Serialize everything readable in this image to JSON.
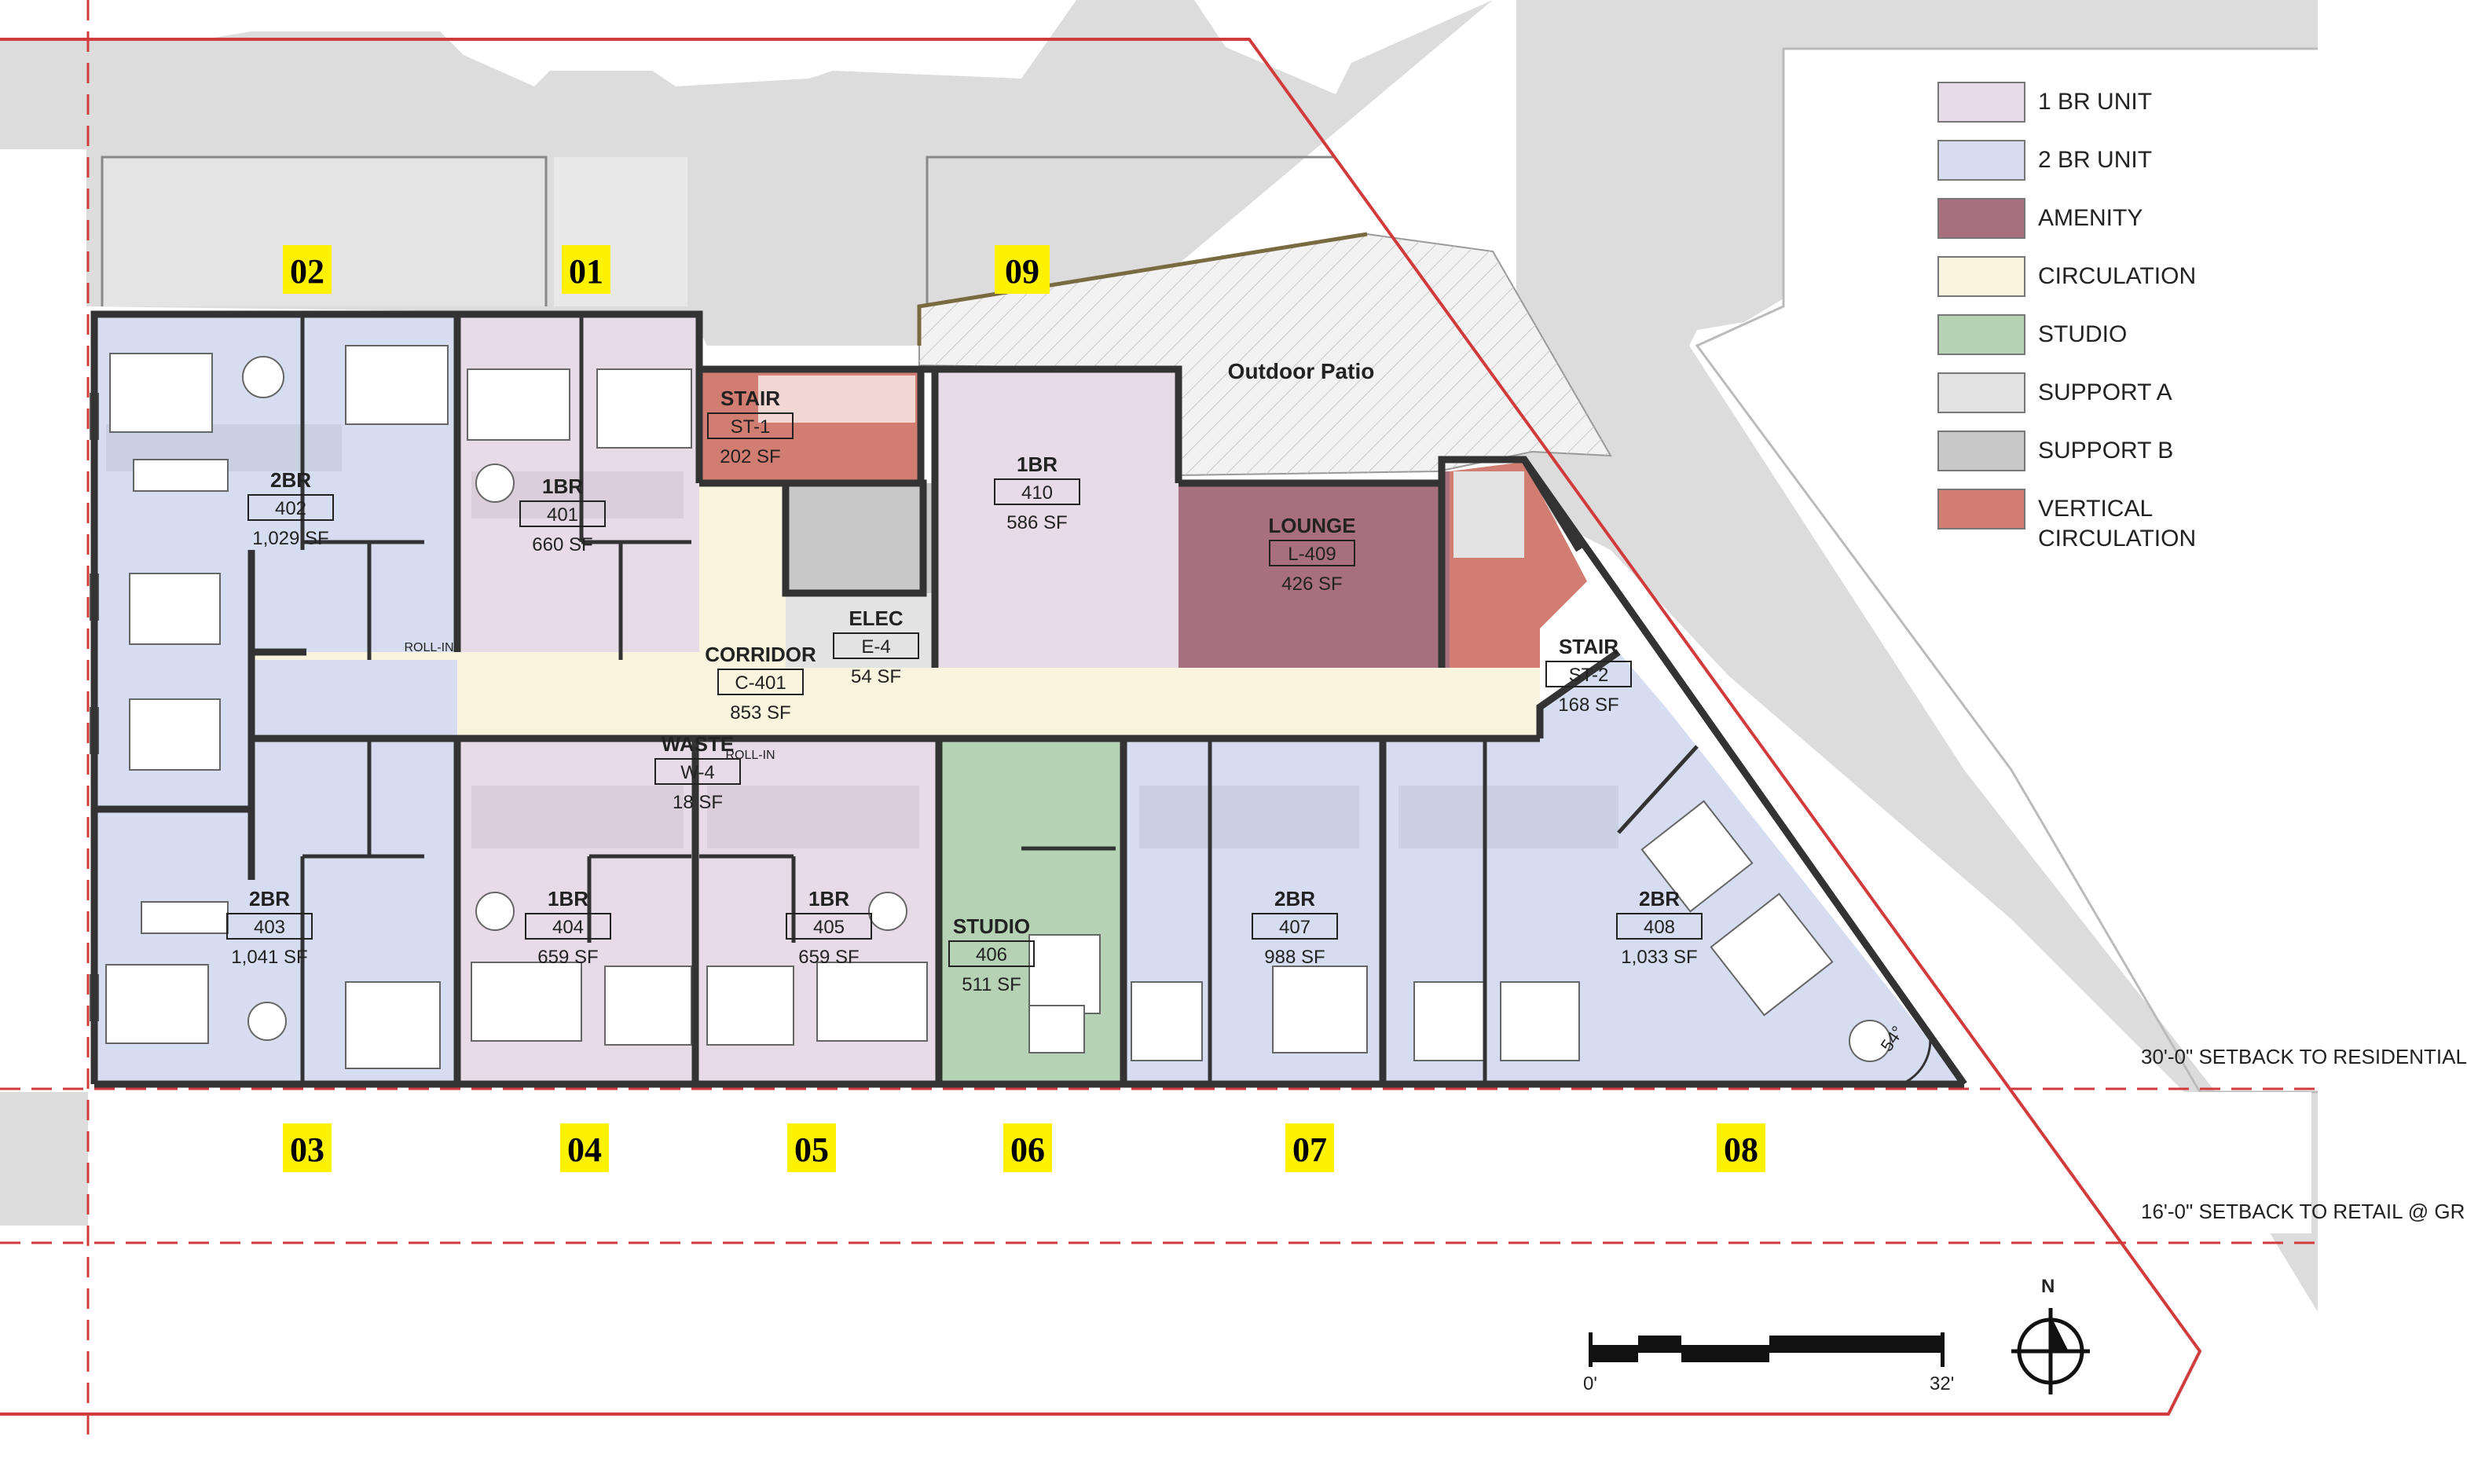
{
  "colors": {
    "one_br": "#e7dbe8",
    "two_br": "#d6ddf0",
    "amenity": "#a8707f",
    "circulation": "#f8f4dd",
    "studio": "#b6d2b4",
    "support_a": "#e3e3e3",
    "support_b": "#c8c8c8",
    "vertical": "#d17d72",
    "site_gray": "#dcdcdc",
    "property_line": "#d13b3b",
    "wall": "#333333",
    "number_tag": "#fff200"
  },
  "legend": [
    {
      "label": "1 BR UNIT",
      "color": "#e7dbe8"
    },
    {
      "label": "2 BR UNIT",
      "color": "#d6ddf0"
    },
    {
      "label": "AMENITY",
      "color": "#a8707f"
    },
    {
      "label": "CIRCULATION",
      "color": "#f8f4dd"
    },
    {
      "label": "STUDIO",
      "color": "#b6d2b4"
    },
    {
      "label": "SUPPORT A",
      "color": "#e3e3e3"
    },
    {
      "label": "SUPPORT B",
      "color": "#c8c8c8"
    },
    {
      "label": "VERTICAL\nCIRCULATION",
      "color": "#d17d72"
    }
  ],
  "unit_tags": [
    "02",
    "01",
    "09",
    "03",
    "04",
    "05",
    "06",
    "07",
    "08"
  ],
  "rooms": [
    {
      "type": "2BR",
      "id": "402",
      "area": "1,029 SF"
    },
    {
      "type": "1BR",
      "id": "401",
      "area": "660 SF"
    },
    {
      "type": "STAIR",
      "id": "ST-1",
      "area": "202 SF"
    },
    {
      "type": "1BR",
      "id": "410",
      "area": "586 SF"
    },
    {
      "type": "LOUNGE",
      "id": "L-409",
      "area": "426 SF"
    },
    {
      "type": "STAIR",
      "id": "ST-2",
      "area": "168 SF"
    },
    {
      "type": "ELEC",
      "id": "E-4",
      "area": "54 SF"
    },
    {
      "type": "CORRIDOR",
      "id": "C-401",
      "area": "853 SF"
    },
    {
      "type": "WASTE",
      "id": "W-4",
      "area": "18 SF"
    },
    {
      "type": "2BR",
      "id": "403",
      "area": "1,041 SF"
    },
    {
      "type": "1BR",
      "id": "404",
      "area": "659 SF"
    },
    {
      "type": "1BR",
      "id": "405",
      "area": "659 SF"
    },
    {
      "type": "STUDIO",
      "id": "406",
      "area": "511 SF"
    },
    {
      "type": "2BR",
      "id": "407",
      "area": "988 SF"
    },
    {
      "type": "2BR",
      "id": "408",
      "area": "1,033 SF"
    }
  ],
  "labels": {
    "outdoor_patio": "Outdoor Patio",
    "roll_in_1": "ROLL-IN",
    "roll_in_2": "ROLL-IN",
    "angle": "54°"
  },
  "setbacks": {
    "residential": "30'-0\" SETBACK TO RESIDENTIAL",
    "retail": "16'-0\" SETBACK TO RETAIL @ GR"
  },
  "scale": {
    "start": "0'",
    "end": "32'"
  },
  "north": "N"
}
